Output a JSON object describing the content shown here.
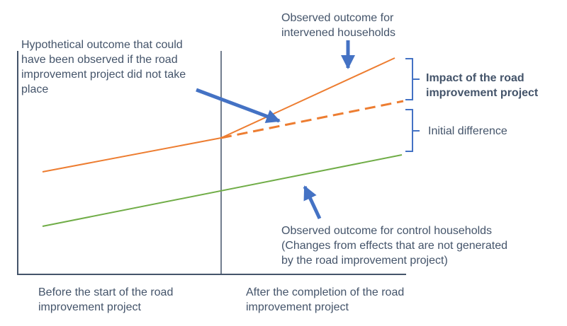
{
  "labels": {
    "hypothetical": "Hypothetical outcome that could\nhave been observed if the road\nimprovement project did not take\nplace",
    "treated": "Observed outcome for\nintervened households",
    "impact": "Impact of the road\nimprovement project",
    "initial_difference": "Initial difference",
    "control": "Observed outcome for control households\n(Changes from effects that are not generated\nby the road improvement project)",
    "x_before": "Before the start of the road\nimprovement project",
    "x_after": "After the completion of the road\nimprovement project"
  },
  "colors": {
    "treated_line": "#ed7d31",
    "control_line": "#70ad47",
    "axis": "#44546a",
    "arrow": "#4472c4",
    "bracket": "#4472c4",
    "text": "#44546a"
  }
}
